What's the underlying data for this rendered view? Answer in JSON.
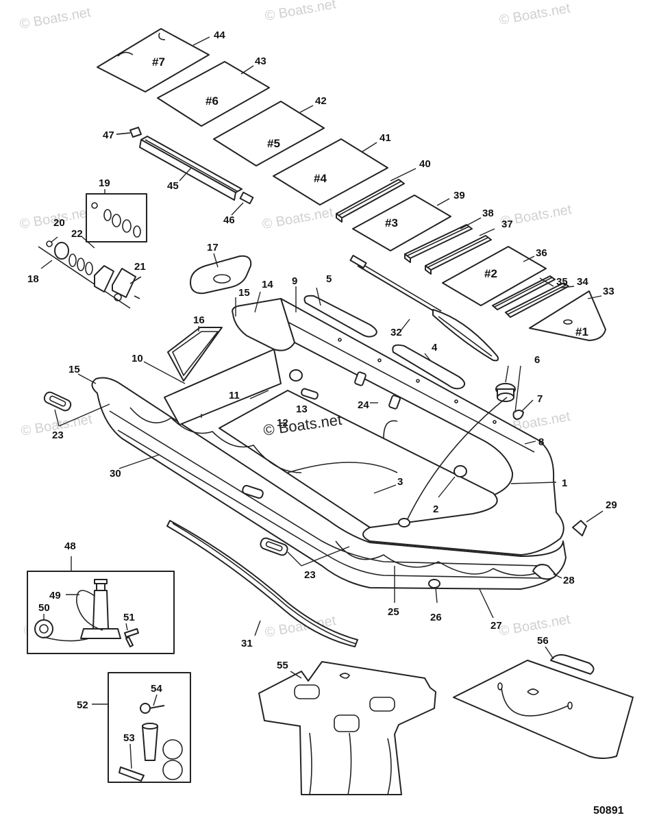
{
  "diagram": {
    "figure_number": "50891",
    "watermark": "© Boats.net",
    "board_labels": [
      "#1",
      "#2",
      "#3",
      "#4",
      "#5",
      "#6",
      "#7"
    ],
    "callouts": [
      "1",
      "2",
      "3",
      "4",
      "5",
      "6",
      "7",
      "8",
      "9",
      "10",
      "11",
      "12",
      "13",
      "14",
      "15",
      "15",
      "16",
      "17",
      "18",
      "19",
      "20",
      "21",
      "22",
      "23",
      "23",
      "23",
      "24",
      "25",
      "26",
      "27",
      "28",
      "29",
      "30",
      "31",
      "32",
      "33",
      "34",
      "35",
      "36",
      "37",
      "38",
      "39",
      "40",
      "41",
      "42",
      "43",
      "44",
      "45",
      "46",
      "47",
      "48",
      "49",
      "50",
      "51",
      "52",
      "53",
      "54",
      "55",
      "56"
    ]
  }
}
